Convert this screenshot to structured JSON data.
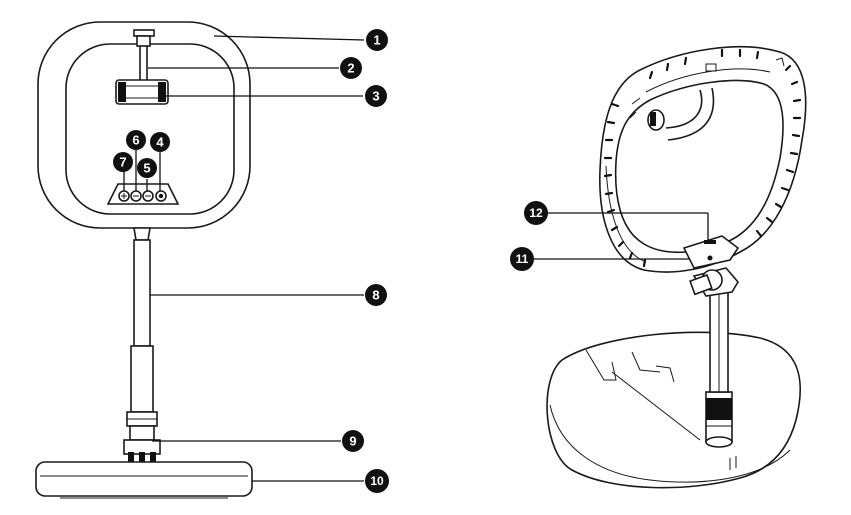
{
  "callouts": {
    "c1": "1",
    "c2": "2",
    "c3": "3",
    "c4": "4",
    "c5": "5",
    "c6": "6",
    "c7": "7",
    "c8": "8",
    "c9": "9",
    "c10": "10",
    "c11": "11",
    "c12": "12"
  },
  "colors": {
    "line": "#1a1a1a",
    "badge": "#111111",
    "badge_text": "#ffffff",
    "background": "#ffffff"
  }
}
